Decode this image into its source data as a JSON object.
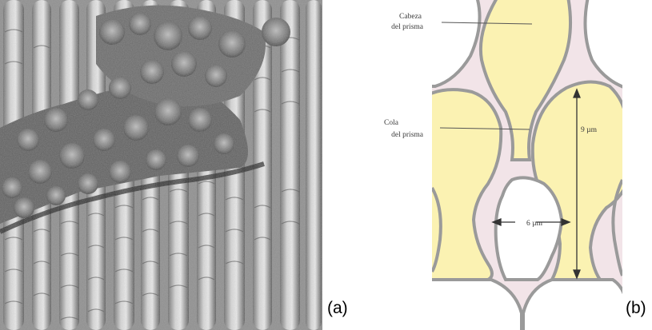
{
  "figure": {
    "panel_a": {
      "label": "(a)",
      "image": "sem-micrograph-enamel-prisms"
    },
    "panel_b": {
      "label": "(b)",
      "image": "enamel-prism-keyhole-diagram",
      "annotations": {
        "head": [
          "Cabeza",
          "del prisma"
        ],
        "tail": [
          "Cola",
          "del prisma"
        ],
        "height_measure": "9 µm",
        "width_measure": "6 µm"
      }
    },
    "colors": {
      "prism_fill": "#fbf2b2",
      "background_fill": "#f2e4e8",
      "outline": "#9a9a9a"
    }
  }
}
